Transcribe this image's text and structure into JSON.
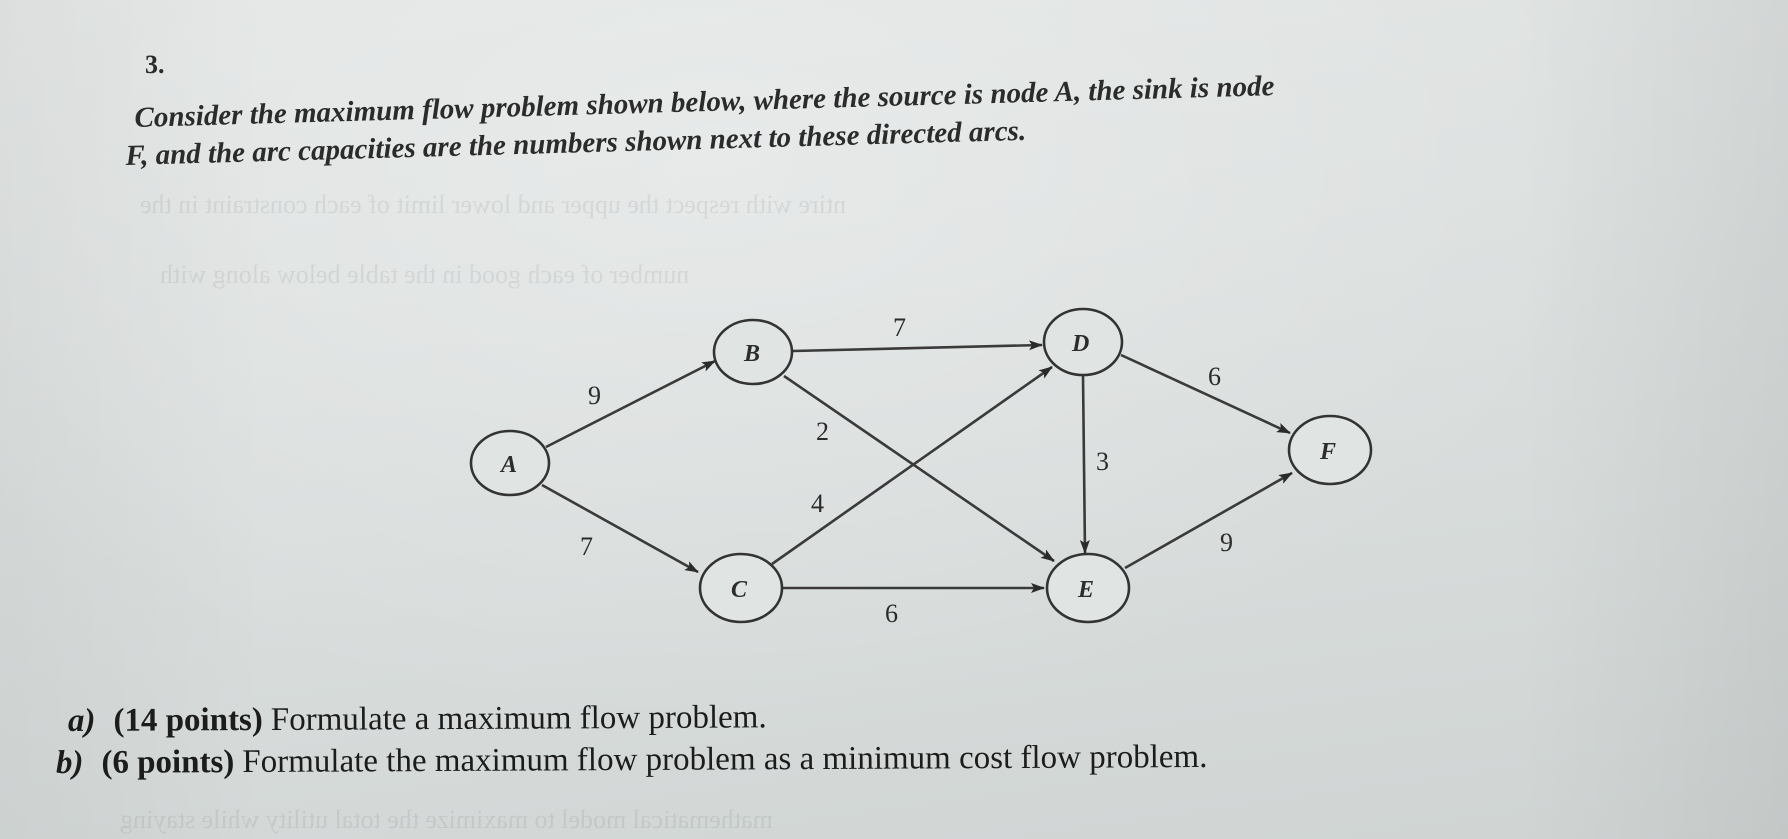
{
  "question": {
    "number": "3.",
    "intro_line1_italic": "Consider the maximum flow problem shown below, where the source is node A, the sink is node",
    "intro_line2": "F, and the arc capacities are the numbers shown next to these directed arcs."
  },
  "graph": {
    "source": "A",
    "sink": "F",
    "nodes": [
      {
        "id": "A",
        "label": "A"
      },
      {
        "id": "B",
        "label": "B"
      },
      {
        "id": "C",
        "label": "C"
      },
      {
        "id": "D",
        "label": "D"
      },
      {
        "id": "E",
        "label": "E"
      },
      {
        "id": "F",
        "label": "F"
      }
    ],
    "arcs": [
      {
        "from": "A",
        "to": "B",
        "capacity": "9"
      },
      {
        "from": "A",
        "to": "C",
        "capacity": "7"
      },
      {
        "from": "B",
        "to": "D",
        "capacity": "7"
      },
      {
        "from": "B",
        "to": "E",
        "capacity": "2"
      },
      {
        "from": "C",
        "to": "D",
        "capacity": "4"
      },
      {
        "from": "C",
        "to": "E",
        "capacity": "6"
      },
      {
        "from": "D",
        "to": "E",
        "capacity": "3"
      },
      {
        "from": "D",
        "to": "F",
        "capacity": "6"
      },
      {
        "from": "E",
        "to": "F",
        "capacity": "9"
      }
    ]
  },
  "parts": [
    {
      "tag": "a)",
      "points": "(14 points)",
      "text": "Formulate a maximum flow problem."
    },
    {
      "tag": "b)",
      "points": "(6 points)",
      "text": "Formulate the maximum flow problem as a minimum cost flow problem."
    }
  ]
}
